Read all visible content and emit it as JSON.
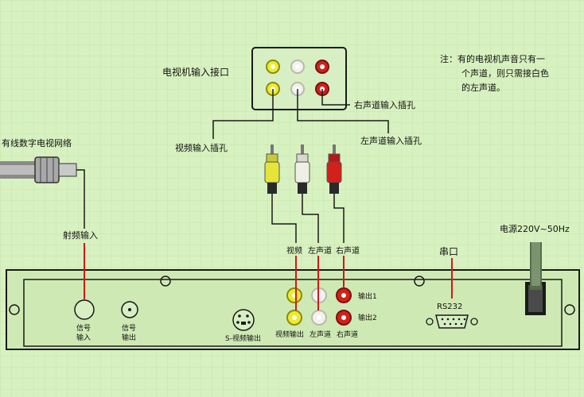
{
  "colors": {
    "background": "#d8f1c0",
    "grid": "#b9dc9f",
    "panel": "#cfe9b4",
    "video_yellow": "#ecec2a",
    "audio_white": "#f2f2ea",
    "audio_red": "#d3201a",
    "wire_red": "#cc1a1a"
  },
  "labels": {
    "tv_input": "电视机输入接口",
    "note": [
      "注：有的电视机声音只有一",
      "个声道，则只需接白色",
      "的左声道。"
    ],
    "right_in": "右声道输入插孔",
    "left_in": "左声道输入插孔",
    "video_in": "视频输入插孔",
    "cable_net": "有线数字电视网络",
    "rf_in": "射频输入",
    "serial": "串口",
    "power": "电源220V~50Hz",
    "video": "视频",
    "left": "左声道",
    "right": "右声道",
    "out1": "输出1",
    "out2": "输出2",
    "signal_in": [
      "信号",
      "输入"
    ],
    "signal_out": [
      "信号",
      "输出"
    ],
    "svideo_out": "S-视频输出",
    "video_out": "视频输出",
    "left_bottom": "左声道",
    "right_bottom": "右声道",
    "rs232": "RS232"
  }
}
